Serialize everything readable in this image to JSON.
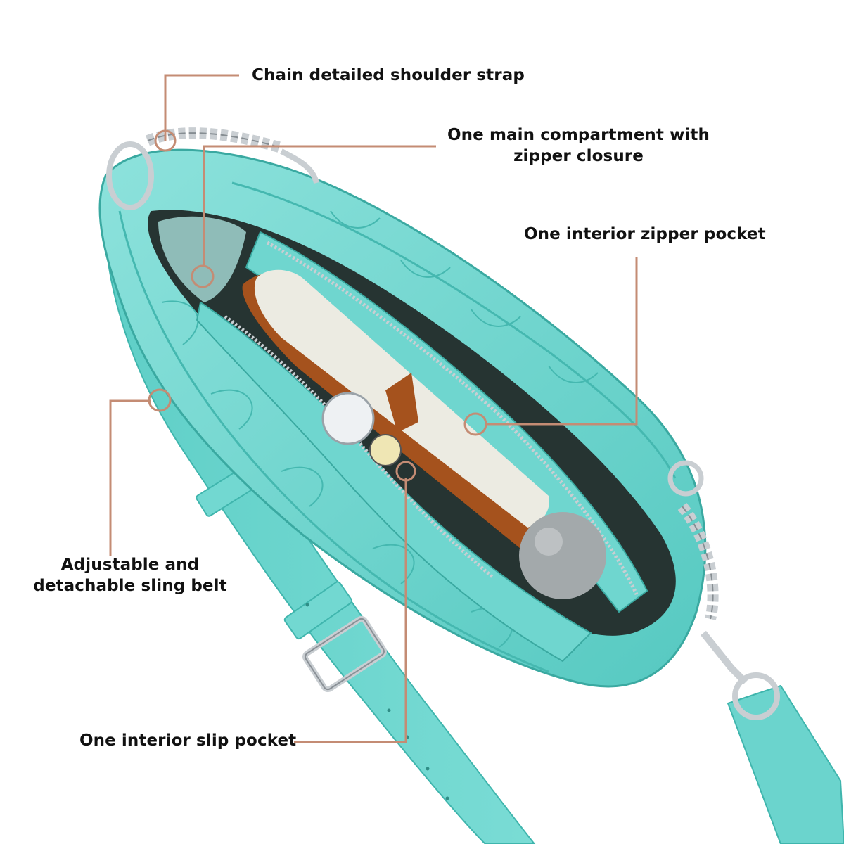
{
  "colors": {
    "leader": "#c48c74",
    "bag_teal": "#6fd6cf",
    "bag_teal_dark": "#3fb5ad",
    "bag_teal_light": "#a4ebe5",
    "lining": "#8fbcb8",
    "interior_dark": "#263432",
    "chain": "#c9ced2",
    "book_pages": "#ecebe2",
    "leather_brown": "#a5521d"
  },
  "callouts": {
    "chain_strap": {
      "lines": [
        "Chain detailed shoulder strap"
      ]
    },
    "main_compartment": {
      "lines": [
        "One main compartment with",
        "zipper closure"
      ]
    },
    "zipper_pocket": {
      "lines": [
        "One interior zipper pocket"
      ]
    },
    "sling_belt": {
      "lines": [
        "Adjustable and",
        "detachable sling belt"
      ]
    },
    "slip_pocket": {
      "lines": [
        "One interior slip pocket"
      ]
    }
  }
}
